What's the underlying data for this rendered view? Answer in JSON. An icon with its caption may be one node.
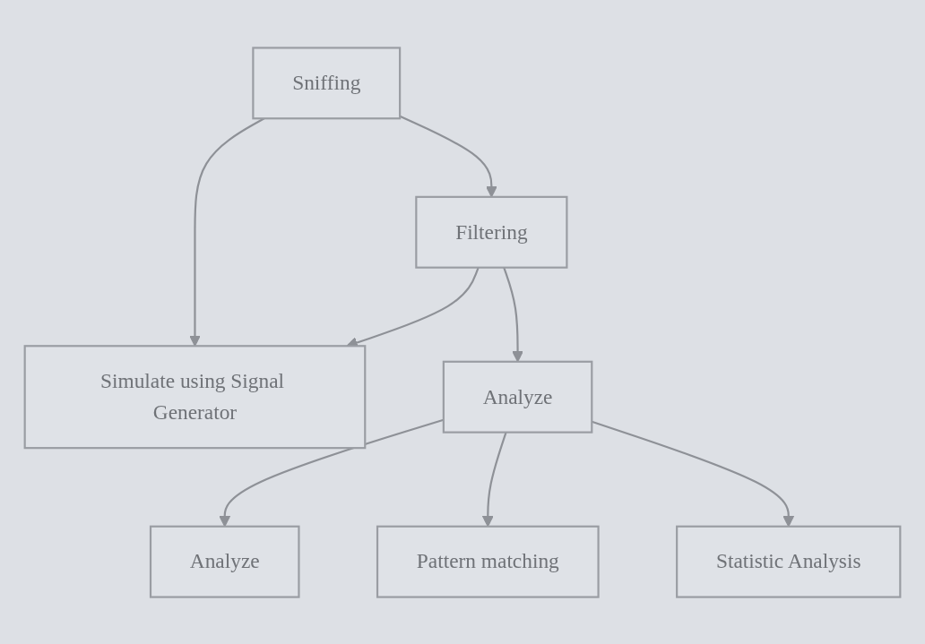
{
  "diagram": {
    "nodes": [
      {
        "text": [
          "Sniffing"
        ]
      },
      {
        "text": [
          "Filtering"
        ]
      },
      {
        "text": [
          "Simulate using Signal Generator"
        ]
      },
      {
        "text": [
          "Analyze"
        ]
      },
      {
        "text": [
          "Analyze"
        ]
      },
      {
        "text": [
          "Pattern matching"
        ]
      },
      {
        "text": [
          "Statistic Analysis"
        ]
      }
    ],
    "edges": [
      {
        "from": 0,
        "to": 1,
        "arrow": "to"
      },
      {
        "from": 0,
        "to": 2,
        "arrow": "to"
      },
      {
        "from": 1,
        "to": 2,
        "arrow": "to"
      },
      {
        "from": 1,
        "to": 3,
        "arrow": "to"
      },
      {
        "from": 3,
        "to": 4,
        "arrow": "to"
      },
      {
        "from": 3,
        "to": 5,
        "arrow": "to"
      },
      {
        "from": 3,
        "to": 6,
        "arrow": "to"
      }
    ]
  }
}
